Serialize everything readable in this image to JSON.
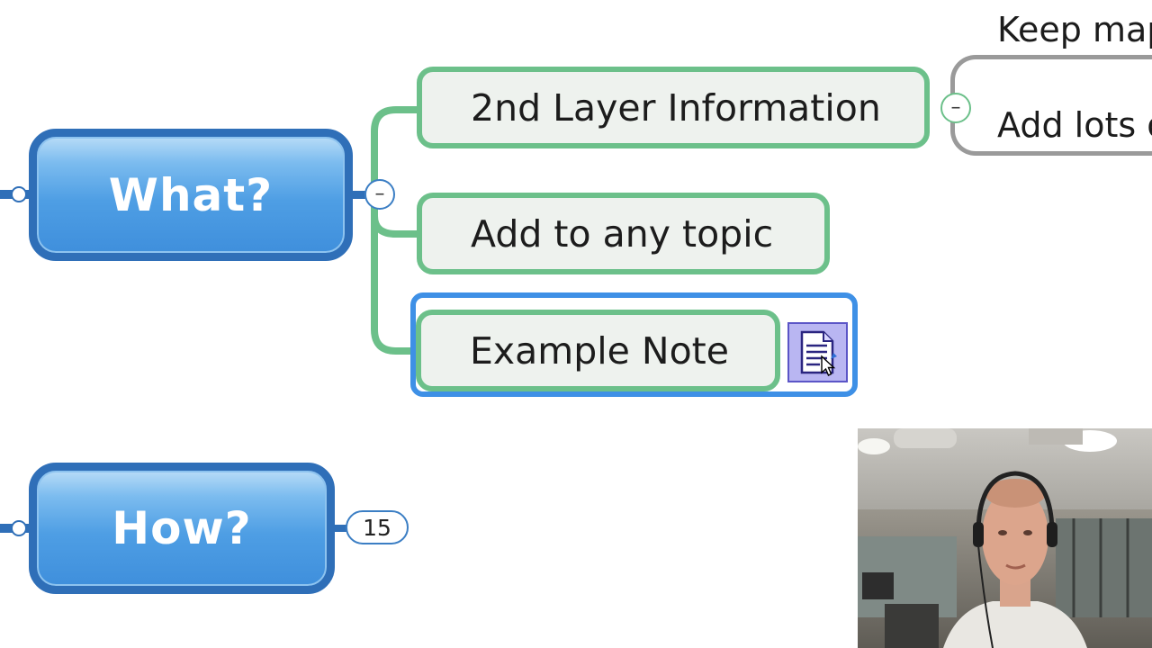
{
  "map": {
    "main_topics": [
      {
        "label": "What?"
      },
      {
        "label": "How?"
      }
    ],
    "subtopics": [
      {
        "label": "2nd Layer Information"
      },
      {
        "label": "Add to any topic"
      },
      {
        "label": "Example Note"
      }
    ],
    "collapsed_count": "15",
    "collapse_symbol": "–",
    "right_panel_lines": [
      {
        "text": "Keep map"
      },
      {
        "text": "Add lots o"
      }
    ]
  },
  "icons": {
    "note": "note-document-icon",
    "cursor": "mouse-pointer-icon"
  },
  "colors": {
    "main_topic_border": "#2f6fb8",
    "main_topic_fill": "#4e9ee4",
    "subtopic_border": "#6cc08a",
    "subtopic_fill": "#eef2ee",
    "selection": "#3e90e6",
    "note_icon_fill": "#b9b6f2"
  }
}
